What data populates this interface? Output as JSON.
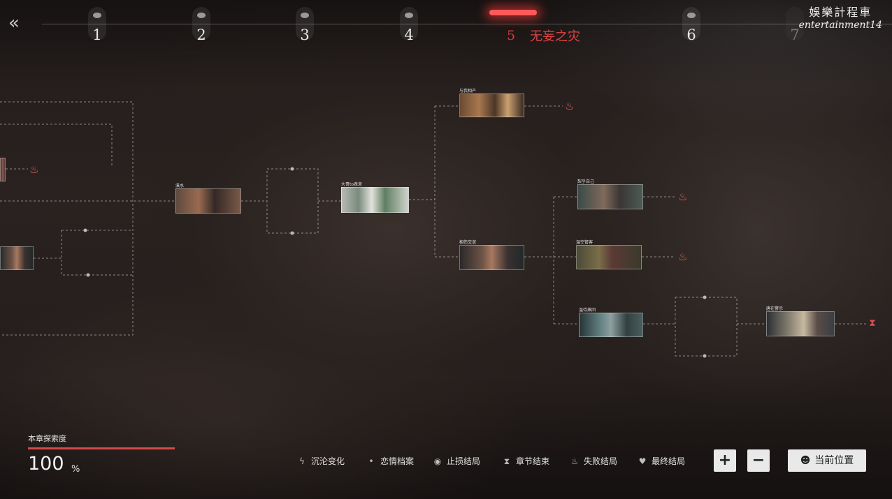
{
  "header": {
    "back_icon": "double-chevron-left-icon",
    "chapters": [
      {
        "num": "1"
      },
      {
        "num": "2"
      },
      {
        "num": "3"
      },
      {
        "num": "4"
      },
      {
        "num": "5",
        "title": "无妄之灾",
        "active": true
      },
      {
        "num": "6"
      },
      {
        "num": "7"
      }
    ]
  },
  "watermark": {
    "line1": "娛樂計程車",
    "line2": "entertainment14"
  },
  "nodes": {
    "n1": {
      "label": "与我相产"
    },
    "n2": {
      "label": "溪水"
    },
    "n3": {
      "label": "大哥to表来"
    },
    "n4": {
      "label": "梨乎自己"
    },
    "n5": {
      "label": "相伤交谊"
    },
    "n6": {
      "label": "温空管客"
    },
    "n7": {
      "label": "温待蒸回"
    },
    "n8": {
      "label": "唐在警示"
    }
  },
  "progress": {
    "label": "本章探索度",
    "value": "100",
    "unit": "%",
    "fraction": 1.0
  },
  "legend": [
    {
      "icon": "spiral-icon",
      "label": "沉沦变化"
    },
    {
      "icon": "heart-drop-icon",
      "label": "恋情档案"
    },
    {
      "icon": "eye-icon",
      "label": "止损结局"
    },
    {
      "icon": "hourglass-icon",
      "label": "章节结束"
    },
    {
      "icon": "flame-icon",
      "label": "失败结局"
    },
    {
      "icon": "heart-icon",
      "label": "最终结局"
    }
  ],
  "controls": {
    "zoom_in": "+",
    "zoom_out": "−",
    "position": "当前位置"
  },
  "colors": {
    "accent": "#d44a4a",
    "active_chapter": "#e04545"
  }
}
